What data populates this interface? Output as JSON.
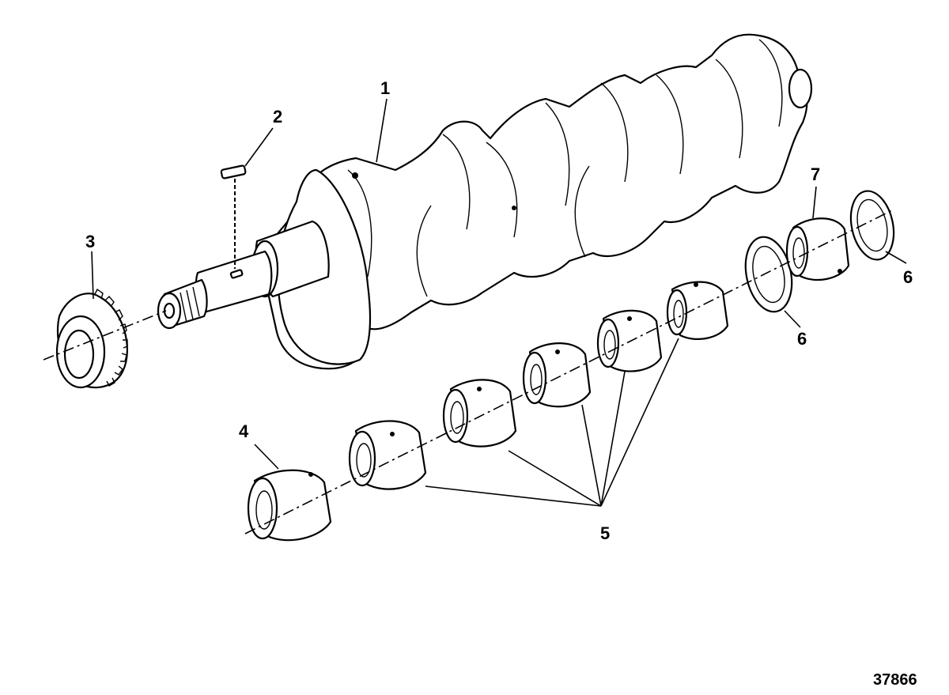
{
  "callouts": {
    "crankshaft": "1",
    "key": "2",
    "gear": "3",
    "rear_bearing": "4",
    "main_bearings": "5",
    "thrust_washer_right": "6",
    "thrust_washer_left": "6",
    "thrust_bearing": "7"
  },
  "figure_number": "37866"
}
